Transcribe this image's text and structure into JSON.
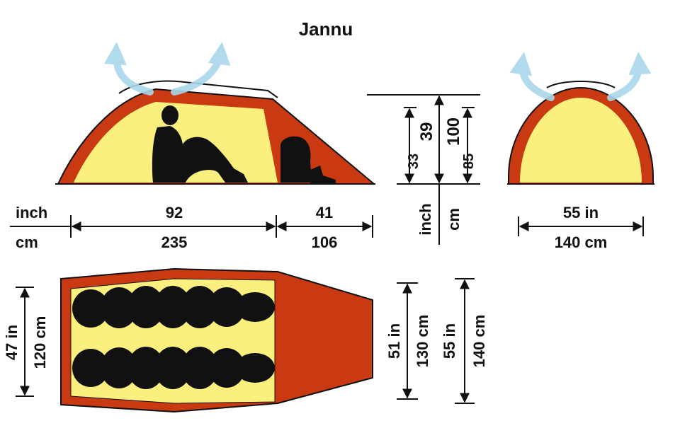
{
  "title": "Jannu",
  "colors": {
    "outer": "#c93a12",
    "inner": "#fbef7e",
    "ink": "#111111",
    "vent_arrow": "#a9d6ea"
  },
  "side_view": {
    "unit_labels": {
      "top": "inch",
      "bottom": "cm"
    },
    "sections": [
      {
        "inch": "92",
        "cm": "235"
      },
      {
        "inch": "41",
        "cm": "106"
      }
    ],
    "vent_arrows": 2,
    "silhouettes": [
      "sitting-person",
      "backpack",
      "boots"
    ]
  },
  "height_scale": {
    "inner_inch": "33",
    "outer_inch": "39",
    "outer_cm": "100",
    "inner_cm": "85",
    "unit_left": "inch",
    "unit_right": "cm"
  },
  "end_view": {
    "width_inch": "55 in",
    "width_cm": "140 cm",
    "vent_arrows": 2
  },
  "floor_plan": {
    "inner_width_inch": "47 in",
    "inner_width_cm": "120 cm",
    "vestibule_front_inch": "51 in",
    "vestibule_front_cm": "130 cm",
    "outer_width_inch": "55 in",
    "outer_width_cm": "140 cm",
    "sleeping_bags": 2
  }
}
